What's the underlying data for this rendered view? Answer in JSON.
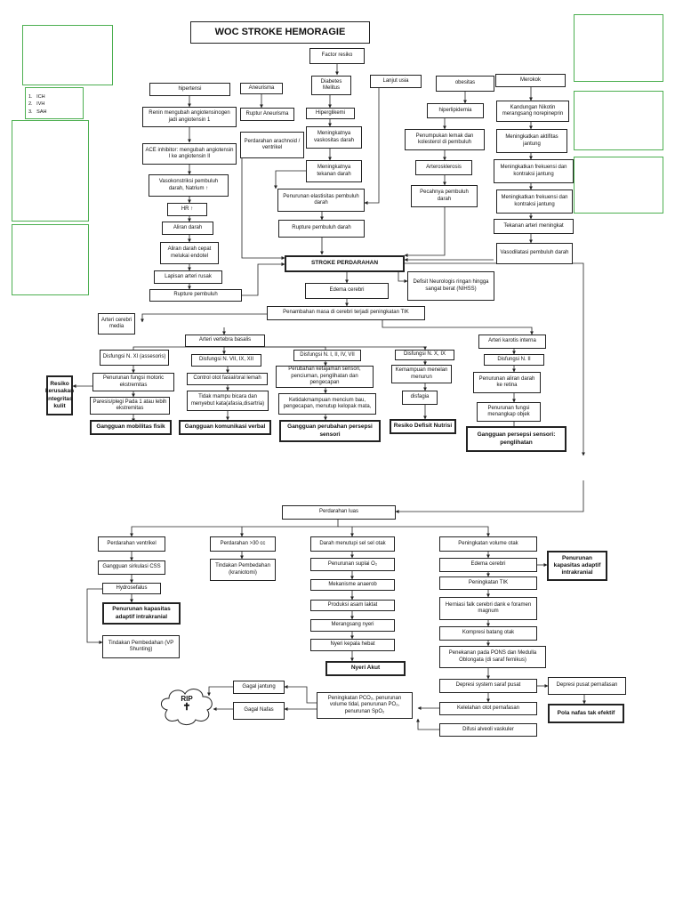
{
  "title": "WOC STROKE HEMORAGIE",
  "legend": [
    "ICH",
    "IVH",
    "SAH"
  ],
  "nodes": {
    "factor": "Factor resiko",
    "hipertensi": "hipertensi",
    "aneurisma": "Aneurisma",
    "diabetes": "Diabetes Melitus",
    "lanjut_usia": "Lanjut usia",
    "obesitas": "obesitas",
    "merokok": "Merokok",
    "renin": "Renin mengubah angiotensinogen jadi angiotensin 1",
    "ace": "ACE inhibitor: mengubah angiotensin I ke angiotensin II",
    "vaso": "Vasokonstriksi pembuluh darah, Natrium ↑",
    "hr": "HR ↑",
    "aliran": "Aliran darah",
    "aliran_cepat": "Aliran darah cepat melukai endotel",
    "lapisan": "Lapisan arteri rusak",
    "rupture1": "Rupture pembuluh",
    "ruptur_aneurisma": "Ruptur Aneurisma",
    "perdarahan_arach": "Perdarahan arachnoid / ventrikel",
    "hiperglikemi": "Hiperglikemi",
    "viskositas": "Meningkatnya vaskositas darah",
    "tekanan": "Meningkatnya tekanan darah",
    "elastisitas": "Penurunan elastisitas pembuluh darah",
    "rupture2": "Rupture pembuluh darah",
    "hiperlipidemia": "hiperlipidemia",
    "penumpukan": "Penumpukan lemak dan kolesterol di pembuluh",
    "arteroskerosis": "Arterosklerosis",
    "pecahnya": "Pecahnya pembuluh darah",
    "nikotin": "Kandungan Nikotin merangsang norepineprin",
    "aktifitas": "Meningkatkan aktifitas jantung",
    "frek1": "Meningkatkan frekuensi dan kontraksi jantung",
    "frek2": "Meningkatkan frekuensi dan kontraksi jantung",
    "tekanan_arteri": "Tekanan arteri meningkat",
    "vasodilatasi": "Vasodilatasi pembuluh darah",
    "stroke": "STROKE PERDARAHAN",
    "defisit": "Defisit Neurologis ringan hingga sangat berat (NIHSS)",
    "edema1": "Edema cerebri",
    "penambahan": "Penambahan masa di cerebri terjadi peningkatan TIK",
    "arteri_media": "Arteri cerebri media",
    "arteri_vb": "Arteri vertebra basalis",
    "arteri_karotis": "Arteri karotis interna",
    "dis_xi": "Disfungsi N. XI (assesoris)",
    "dis_vii": "Disfungsi N. VII, IX, XII",
    "dis_i": "Disfungsi N. I, II, IV, VII",
    "dis_x": "Disfungsi N. X, IX",
    "dis_ii": "Disfungsi N. II",
    "motorik": "Penurunan fungsi motoric ekstremitas",
    "parese": "Paresis/plegi Pada 1 atau lebih ekstremitas",
    "control": "Control otot fasial/oral lemah",
    "tidak_mampu": "Tidak mampu bicara dan menyebut kata(afasia,disartria)",
    "ketajaman": "Perubahan ketajaman sensori, penciuman, penglihatan dan pengecapan",
    "ketidakmampuan": "Ketidakmampuan mencium bau, pengecapan, menutup kelopak mata,",
    "kemampuan": "Kemampuan menelan menurun",
    "disfagia": "disfagia",
    "aliran_retina": "Penurunan aliran darah ke retina",
    "fungsi_objek": "Penurunan fungsi menangkap objek",
    "dx_kulit": "Resiko kerusakan integritas kulit",
    "dx_mobilitas": "Gangguan mobilitas fisik",
    "dx_komunikasi": "Gangguan komunikasi verbal",
    "dx_sensori": "Gangguan perubahan persepsi sensori",
    "dx_nutrisi": "Resiko Defisit Nutrisi",
    "dx_penglihatan": "Gangguan  persepsi sensori: penglihatan",
    "perdarahan_luas": "Perdarahan luas",
    "perd_ventrikel": "Perdarahan ventrikel",
    "perd_30": "Perdarahan >30 cc",
    "darah_menutupi": "Darah menutupi sel sel otak",
    "volume_otak": "Peningkatan volume otak",
    "sirkulasi": "Gangguan sirkulasi CSS",
    "kraniotomi": "Tindakan Pembedahan (kraniotomi)",
    "suplai": "Penurunan suplai O₂",
    "edema2": "Edema cerebri",
    "hidrosefalus": "Hydrosefalus",
    "anaerob": "Mekanisme anaerob",
    "tik": "Peningkatan TIK",
    "dx_kapasitas1": "Penurunan kapasitas adaptif intrakranial",
    "laktat": "Produksi asam laktat",
    "herniasi": "Herniasi falk cerebri dank e foramen magnum",
    "vp": "Tindakan Pembedahan (VP Shunting)",
    "merangsang": "Merangsang nyeri",
    "kompresi": "Kompresi batang otak",
    "nyeri_hebat": "Nyeri kepala hebat",
    "penekanan": "Penekanan pada PONS dan Medulla Oblongata (di saraf fernikus)",
    "dx_nyeri": "Nyeri Akut",
    "dx_kapasitas2": "Penurunan kapasitas adaptif intrakranial",
    "gagal_jantung": "Gagal jantung",
    "gagal_nafas": "Gagal Nafas",
    "pco2": "Peningkatan PCO₂, penurunan volume tidal, penurunan PO₂, penurunan SpO₂",
    "depresi_saraf": "Depresi system saraf pusat",
    "depresi_pusat": "Depresi pusat pernafasan",
    "kelelahan": "Kelelahan otot pernafasan",
    "dx_nafas": "Pola nafas tak efektif",
    "difusi": "Difusi alveoli vaskuler",
    "rip": "RIP",
    "cross": "✝"
  }
}
